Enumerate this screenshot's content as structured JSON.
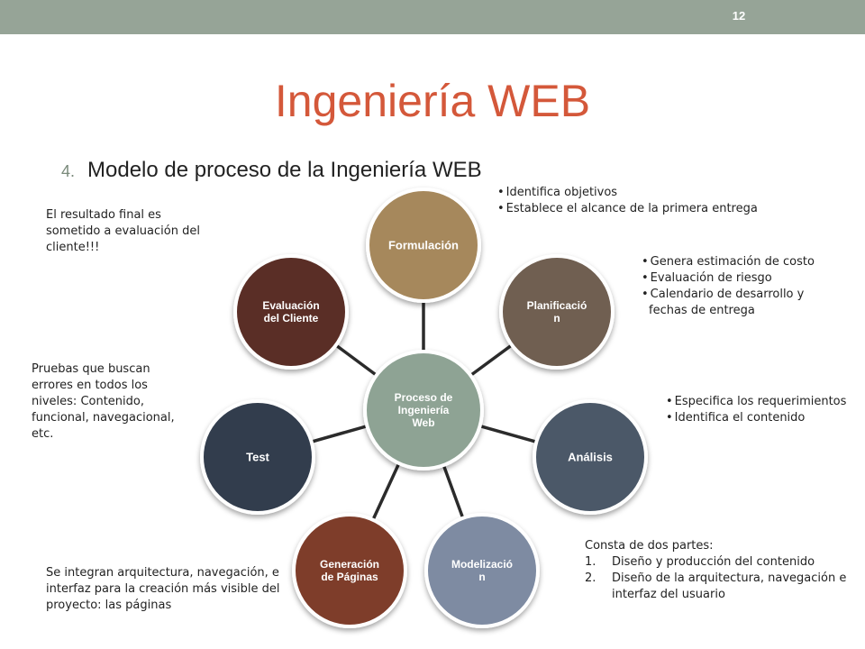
{
  "slide": {
    "page_number": "12"
  },
  "title": "Ingeniería WEB",
  "subtitle": {
    "number": "4.",
    "text": "Modelo de proceso de la Ingeniería WEB"
  },
  "diagram": {
    "center": {
      "lines": [
        "Proceso de",
        "Ingeniería",
        "Web"
      ],
      "color": "#8ea394"
    },
    "nodes": [
      {
        "id": "formulacion",
        "lines": [
          "Formulación"
        ],
        "color": "#a6885c"
      },
      {
        "id": "planificacion",
        "lines": [
          "Planificació",
          "n"
        ],
        "color": "#705e51"
      },
      {
        "id": "analisis",
        "lines": [
          "Análisis"
        ],
        "color": "#4b5867"
      },
      {
        "id": "modelizacion",
        "lines": [
          "Modelizació",
          "n"
        ],
        "color": "#7e8ba2"
      },
      {
        "id": "generacion",
        "lines": [
          "Generación",
          "de Páginas"
        ],
        "color": "#7e3d2c"
      },
      {
        "id": "test",
        "lines": [
          "Test"
        ],
        "color": "#323d4d"
      },
      {
        "id": "evaluacion",
        "lines": [
          "Evaluación",
          "del Cliente"
        ],
        "color": "#5a2d26"
      }
    ]
  },
  "notes": {
    "formulacion": [
      "Identifica objetivos",
      "Establece el alcance de la primera entrega"
    ],
    "planificacion": [
      "Genera estimación de costo",
      "Evaluación de riesgo",
      "Calendario de desarrollo y fechas de entrega"
    ],
    "analisis": [
      "Especifica los requerimientos",
      "Identifica el contenido"
    ],
    "modelizacion": {
      "intro": "Consta de dos partes:",
      "items": [
        {
          "n": "1.",
          "text": "Diseño y producción del contenido"
        },
        {
          "n": "2.",
          "text": "Diseño de la arquitectura, navegación e interfaz del usuario"
        }
      ]
    },
    "generacion": "Se integran arquitectura, navegación, e interfaz para la creación más visible del proyecto: las páginas",
    "test": "Pruebas que buscan errores en todos los niveles: Contenido, funcional, navegacional, etc.",
    "evaluacion": "El resultado final es sometido a evaluación del cliente!!!"
  }
}
